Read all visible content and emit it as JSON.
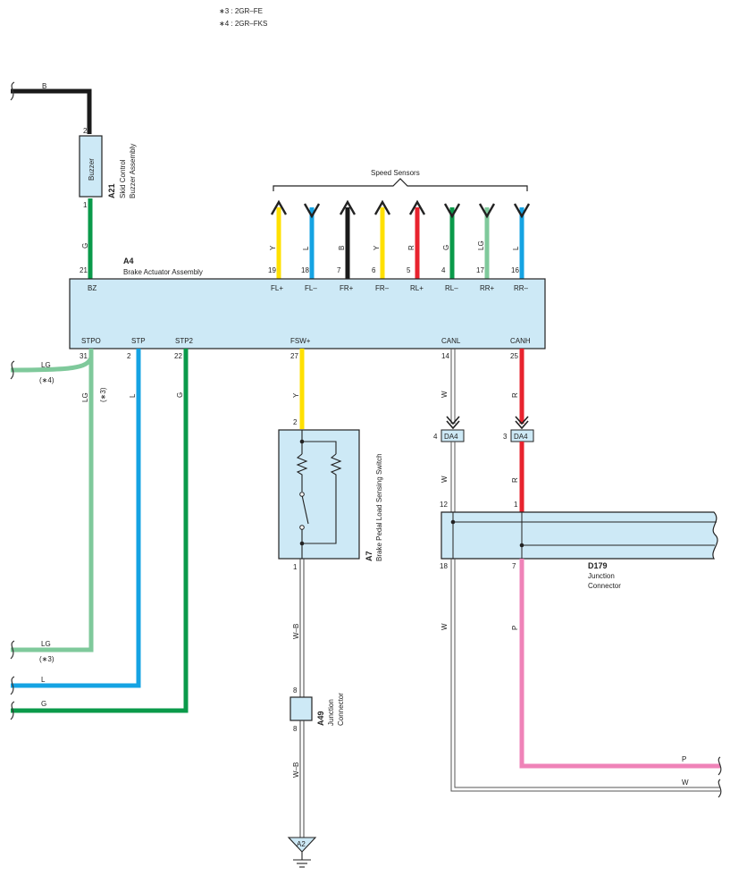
{
  "notes": [
    "∗3 : 2GR–FE",
    "∗4 : 2GR–FKS"
  ],
  "colors": {
    "B": "#1a1a1a",
    "G": "#0a9a4a",
    "LG": "#7fc99b",
    "L": "#15a3e3",
    "Y": "#ffe000",
    "R": "#e8232e",
    "P": "#ef83b8",
    "component_fill": "#cde9f6"
  },
  "buzzer": {
    "code": "A21",
    "name_line1": "Skid Control",
    "name_line2": "Buzzer Assembly",
    "label": "Buzzer",
    "pin_top": "2",
    "pin_bottom": "1",
    "wire_in": "B",
    "wire_out": "G"
  },
  "actuator": {
    "code": "A4",
    "name": "Brake Actuator Assembly",
    "top_pins": [
      {
        "pin": "21",
        "label": "BZ",
        "wire": "G"
      },
      {
        "pin": "19",
        "label": "FL+",
        "wire": "Y"
      },
      {
        "pin": "18",
        "label": "FL–",
        "wire": "L"
      },
      {
        "pin": "7",
        "label": "FR+",
        "wire": "B"
      },
      {
        "pin": "6",
        "label": "FR–",
        "wire": "Y"
      },
      {
        "pin": "5",
        "label": "RL+",
        "wire": "R"
      },
      {
        "pin": "4",
        "label": "RL–",
        "wire": "G"
      },
      {
        "pin": "17",
        "label": "RR+",
        "wire": "LG"
      },
      {
        "pin": "16",
        "label": "RR–",
        "wire": "L"
      }
    ],
    "bottom_pins": [
      {
        "pin": "31",
        "label": "STPO"
      },
      {
        "pin": "2",
        "label": "STP"
      },
      {
        "pin": "22",
        "label": "STP2"
      },
      {
        "pin": "27",
        "label": "FSW+"
      },
      {
        "pin": "14",
        "label": "CANL"
      },
      {
        "pin": "25",
        "label": "CANH"
      }
    ]
  },
  "speed_sensors": {
    "title": "Speed Sensors"
  },
  "left_wires": [
    {
      "label": "LG",
      "note": "(∗4)"
    },
    {
      "label": "LG",
      "note": "(∗3)"
    },
    {
      "label": "L"
    },
    {
      "label": "G"
    }
  ],
  "stpo_wire": {
    "color": "LG",
    "note": "(∗3)"
  },
  "stp_wire": "L",
  "stp2_wire": "G",
  "switch": {
    "code": "A7",
    "name": "Brake Pedal Load Sensing Switch",
    "pin_top": "2",
    "pin_bottom": "1",
    "wire_in": "Y",
    "wire_out": "W–B"
  },
  "a49": {
    "code": "A49",
    "name_line1": "Junction",
    "name_line2": "Connector",
    "pin_top": "8",
    "pin_bottom": "8",
    "wire_out": "W–B"
  },
  "ground": {
    "label": "A2"
  },
  "da4": {
    "label": "DA4",
    "canl_pin": "4",
    "canh_pin": "3",
    "canl_wire": "W",
    "canh_wire": "R"
  },
  "d179": {
    "code": "D179",
    "name_line1": "Junction",
    "name_line2": "Connector",
    "pin_12": "12",
    "pin_1": "1",
    "pin_18": "18",
    "pin_7": "7",
    "wire_left_in": "W",
    "wire_right_in": "R",
    "wire_left_out": "W",
    "wire_right_out": "P"
  },
  "right_exits": [
    {
      "label": "P"
    },
    {
      "label": "W"
    }
  ]
}
